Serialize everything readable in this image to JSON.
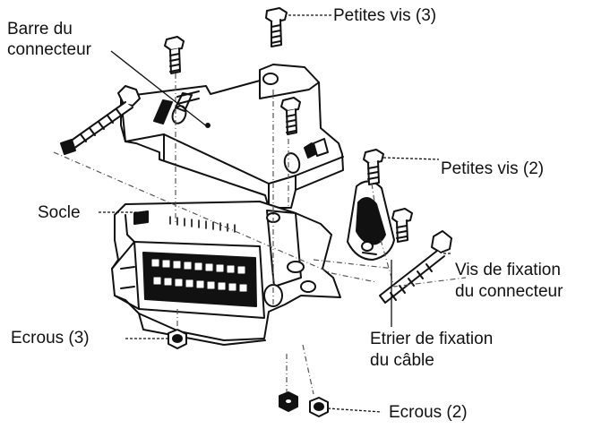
{
  "diagram": {
    "labels": {
      "barre": {
        "line1": "Barre du",
        "line2": "connecteur"
      },
      "petites_vis_3": "Petites vis (3)",
      "petites_vis_2": "Petites vis (2)",
      "socle": "Socle",
      "vis_fixation": {
        "line1": "Vis de fixation",
        "line2": "du connecteur"
      },
      "ecrous_3": "Ecrous (3)",
      "etrier": {
        "line1": "Etrier de fixation",
        "line2": "du câble"
      },
      "ecrous_2": "Ecrous (2)"
    },
    "colors": {
      "ink": "#111111",
      "paper": "#ffffff",
      "shade": "#555555"
    }
  }
}
